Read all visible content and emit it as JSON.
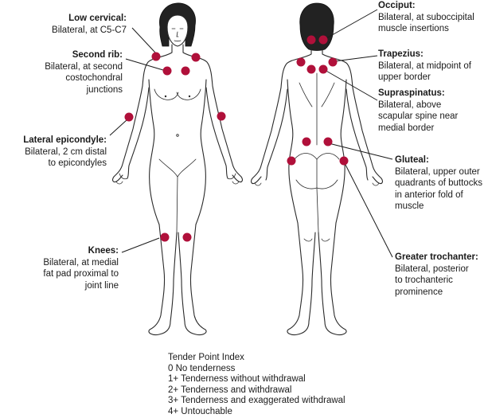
{
  "accent_color": "#b0103a",
  "labels": {
    "low_cervical": {
      "title": "Low cervical:",
      "desc": "Bilateral, at C5-C7"
    },
    "second_rib": {
      "title": "Second rib:",
      "desc": "Bilateral, at second\ncostochondral\njunctions"
    },
    "lateral_epicondyle": {
      "title": "Lateral epicondyle:",
      "desc": "Bilateral, 2 cm distal\nto epicondyles"
    },
    "knees": {
      "title": "Knees:",
      "desc": "Bilateral, at medial\nfat pad proximal to\njoint line"
    },
    "occiput": {
      "title": "Occiput:",
      "desc": "Bilateral, at suboccipital\nmuscle insertions"
    },
    "trapezius": {
      "title": "Trapezius:",
      "desc": "Bilateral, at midpoint of\nupper border"
    },
    "supraspinatus": {
      "title": "Supraspinatus:",
      "desc": "Bilateral, above\nscapular spine near\nmedial border"
    },
    "gluteal": {
      "title": "Gluteal:",
      "desc": "Bilateral, upper outer\nquadrants of buttocks\nin anterior fold of\nmuscle"
    },
    "greater_trochanter": {
      "title": "Greater trochanter:",
      "desc": "Bilateral, posterior\nto trochanteric\nprominence"
    }
  },
  "tender_point_index": {
    "title": "Tender Point Index",
    "items": [
      "0 No tenderness",
      "1+ Tenderness without withdrawal",
      "2+ Tenderness and withdrawal",
      "3+ Tenderness and exaggerated withdrawal",
      "4+ Untouchable"
    ]
  }
}
